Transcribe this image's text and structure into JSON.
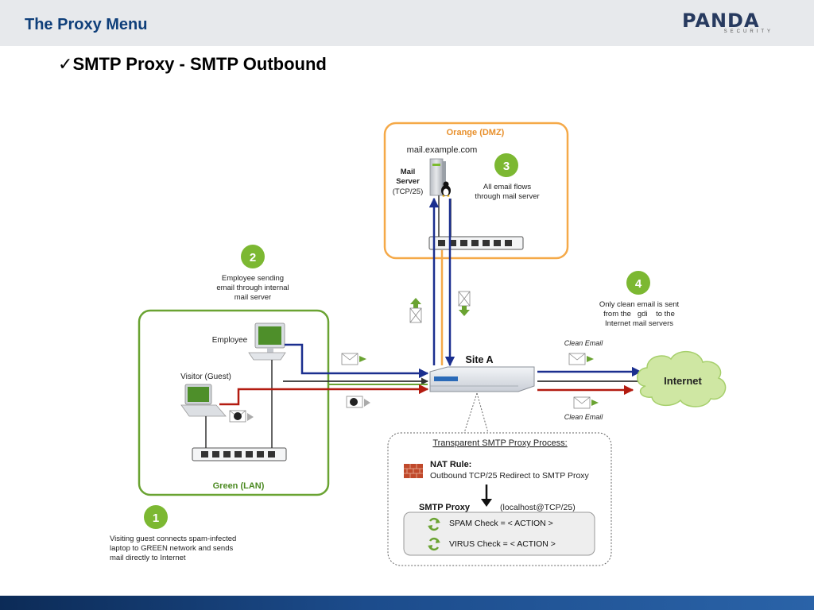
{
  "header": {
    "title": "The Proxy Menu",
    "logo_main": "PANDA",
    "logo_sub": "SECURITY"
  },
  "slide": {
    "check_mark": "✓",
    "subtitle": "SMTP Proxy - SMTP Outbound"
  },
  "diagram": {
    "dmz": {
      "zone_label": "Orange (DMZ)",
      "host": "mail.example.com",
      "server_label_lines": [
        "Mail",
        "Server",
        "(TCP/25)"
      ],
      "step_number": "3",
      "step_text_lines": [
        "All email flows",
        "through mail server"
      ]
    },
    "lan": {
      "zone_label": "Green (LAN)",
      "employee_label": "Employee",
      "visitor_label": "Visitor (Guest)"
    },
    "step2": {
      "number": "2",
      "text_lines": [
        "Employee sending",
        "email through internal",
        "mail server"
      ]
    },
    "step1": {
      "number": "1",
      "text_lines": [
        "Visiting guest connects spam-infected",
        "laptop to GREEN network and sends",
        "mail directly to Internet"
      ]
    },
    "step4": {
      "number": "4",
      "text_lines": [
        "Only clean email is sent",
        "from the   gdi    to the",
        "Internet mail servers"
      ]
    },
    "site_label": "Site A",
    "internet_label": "Internet",
    "clean_email_top": "Clean Email",
    "clean_email_bottom": "Clean Email",
    "process": {
      "title": "Transparent SMTP Proxy Process:",
      "nat_title": "NAT Rule:",
      "nat_desc": "Outbound TCP/25 Redirect to SMTP Proxy",
      "proxy_label": "SMTP Proxy",
      "proxy_target": "(localhost@TCP/25)",
      "spam_check": "SPAM Check = < ACTION >",
      "virus_check": "VIRUS Check = < ACTION >"
    }
  },
  "colors": {
    "header_title": "#0f3f7a",
    "dmz_orange": "#f5a948",
    "lan_green": "#6aa332",
    "step_green": "#7cb832",
    "blue_flow": "#1b2f8f",
    "red_flow": "#b31b10",
    "dark_flow": "#333333",
    "cloud_green": "#cfe7a3"
  }
}
